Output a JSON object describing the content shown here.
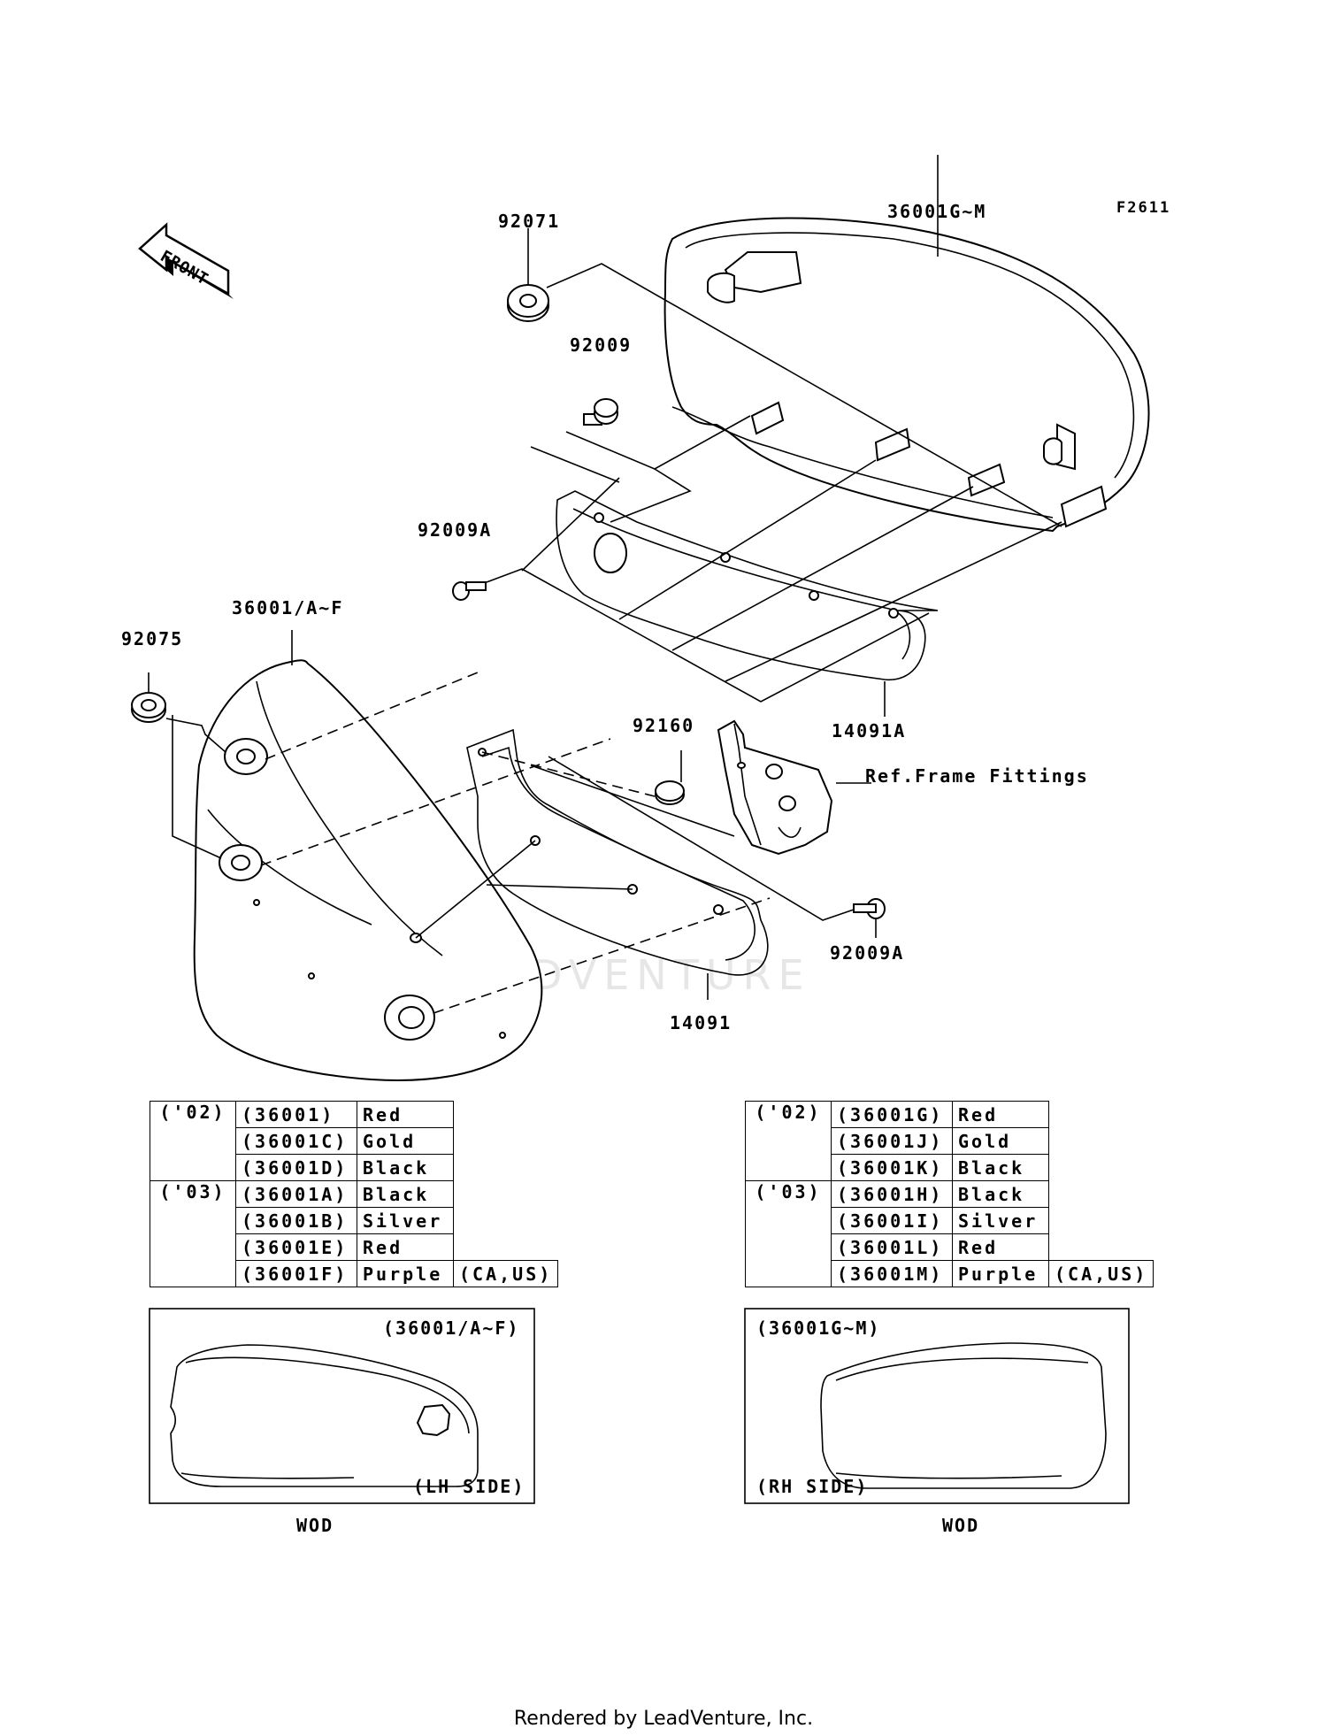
{
  "figure_id": "F2611",
  "watermark": "LEADVENTURE",
  "front_label": "FRONT",
  "callouts": {
    "p92071": "92071",
    "p36001GM": "36001G~M",
    "p92009": "92009",
    "p92009A_top": "92009A",
    "p14091A": "14091A",
    "p36001AF": "36001/A~F",
    "p92075": "92075",
    "p92160": "92160",
    "ref_frame": "Ref.Frame Fittings",
    "p92009A_bottom": "92009A",
    "p14091": "14091"
  },
  "left_table": {
    "rows": [
      {
        "year": "('02)",
        "code": "(36001)",
        "color": "Red",
        "note": ""
      },
      {
        "year": "",
        "code": "(36001C)",
        "color": "Gold",
        "note": ""
      },
      {
        "year": "",
        "code": "(36001D)",
        "color": "Black",
        "note": ""
      },
      {
        "year": "('03)",
        "code": "(36001A)",
        "color": "Black",
        "note": ""
      },
      {
        "year": "",
        "code": "(36001B)",
        "color": "Silver",
        "note": ""
      },
      {
        "year": "",
        "code": "(36001E)",
        "color": "Red",
        "note": ""
      },
      {
        "year": "",
        "code": "(36001F)",
        "color": "Purple",
        "note": "(CA,US)"
      }
    ]
  },
  "right_table": {
    "rows": [
      {
        "year": "('02)",
        "code": "(36001G)",
        "color": "Red",
        "note": ""
      },
      {
        "year": "",
        "code": "(36001J)",
        "color": "Gold",
        "note": ""
      },
      {
        "year": "",
        "code": "(36001K)",
        "color": "Black",
        "note": ""
      },
      {
        "year": "('03)",
        "code": "(36001H)",
        "color": "Black",
        "note": ""
      },
      {
        "year": "",
        "code": "(36001I)",
        "color": "Silver",
        "note": ""
      },
      {
        "year": "",
        "code": "(36001L)",
        "color": "Red",
        "note": ""
      },
      {
        "year": "",
        "code": "(36001M)",
        "color": "Purple",
        "note": "(CA,US)"
      }
    ]
  },
  "left_inset": {
    "title": "(36001/A~F)",
    "side": "(LH SIDE)",
    "caption": "WOD"
  },
  "right_inset": {
    "title": "(36001G~M)",
    "side": "(RH SIDE)",
    "caption": "WOD"
  },
  "footer": "Rendered by LeadVenture, Inc."
}
